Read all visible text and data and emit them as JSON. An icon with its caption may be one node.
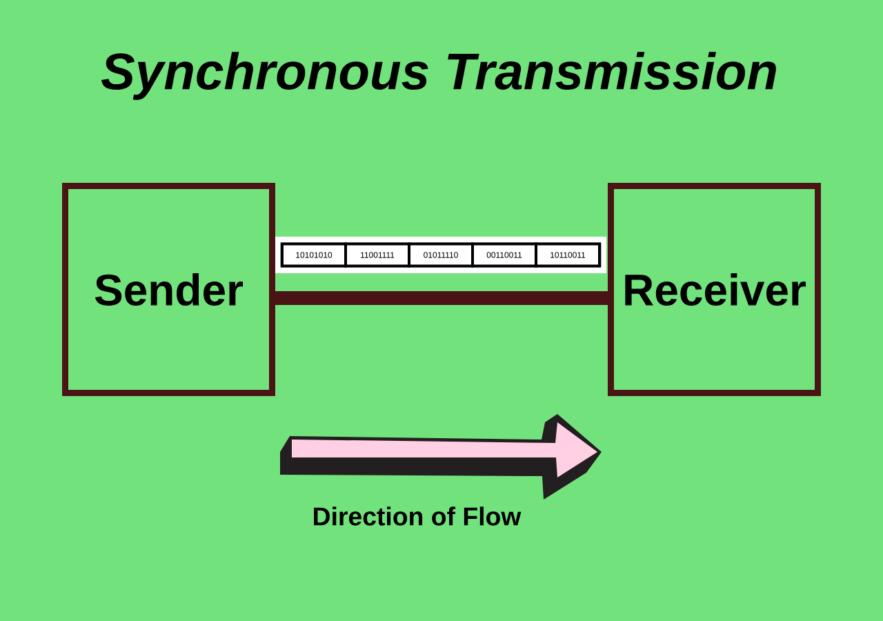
{
  "diagram": {
    "title": "Synchronous Transmission",
    "nodes": [
      {
        "text": [
          "Sender"
        ]
      },
      {
        "text": [
          "Receiver"
        ]
      },
      {
        "text": [],
        "shape": "box"
      },
      {
        "text": [
          "10101010"
        ],
        "in": 2
      },
      {
        "text": [
          "11001111"
        ],
        "in": 2
      },
      {
        "text": [
          "01011110"
        ],
        "in": 2
      },
      {
        "text": [
          "00110011"
        ],
        "in": 2
      },
      {
        "text": [
          "10110011"
        ],
        "in": 2
      }
    ],
    "edges": [
      {
        "from": 0,
        "to": 1,
        "arrow": "none"
      }
    ],
    "labels": [
      "Direction of Flow"
    ]
  }
}
